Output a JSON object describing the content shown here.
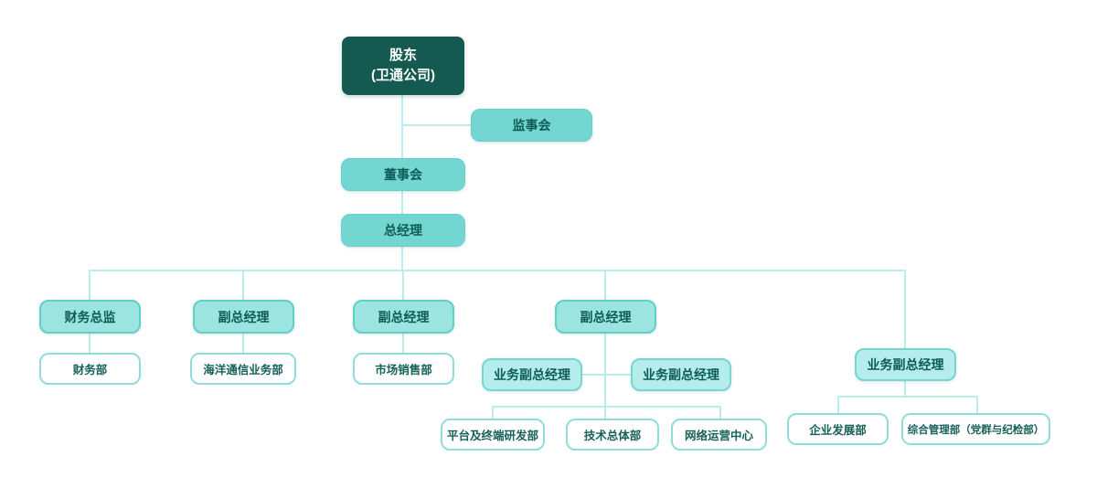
{
  "diagram": {
    "type": "org-chart",
    "language": "zh-CN"
  },
  "colors": {
    "dark_node": "#155a50",
    "teal_node": "#73d6d1",
    "row_node": "#9ce4e0",
    "pale_node": "#b4edeb",
    "white_node_border": "#8fdcd8",
    "line": "#b9edeb",
    "text_dark": "#0d5c55"
  },
  "nodes": {
    "shareholder": {
      "label": "股东",
      "sublabel": "(卫通公司)"
    },
    "supervisory_board": {
      "label": "监事会"
    },
    "board_of_directors": {
      "label": "董事会"
    },
    "general_manager": {
      "label": "总经理"
    },
    "finance_director": {
      "label": "财务总监"
    },
    "deputy_gm_1": {
      "label": "副总经理"
    },
    "deputy_gm_2": {
      "label": "副总经理"
    },
    "deputy_gm_3": {
      "label": "副总经理"
    },
    "finance_dept": {
      "label": "财务部"
    },
    "marine_comm_dept": {
      "label": "海洋通信业务部"
    },
    "marketing_sales_dept": {
      "label": "市场销售部"
    },
    "business_deputy_gm_1": {
      "label": "业务副总经理"
    },
    "business_deputy_gm_2": {
      "label": "业务副总经理"
    },
    "business_deputy_gm_3": {
      "label": "业务副总经理"
    },
    "platform_terminal_rd_dept": {
      "label": "平台及终端研发部"
    },
    "tech_general_dept": {
      "label": "技术总体部"
    },
    "network_ops_center": {
      "label": "网络运营中心"
    },
    "enterprise_dev_dept": {
      "label": "企业发展部"
    },
    "general_mgmt_dept": {
      "label": "综合管理部（党群与纪检部）"
    }
  }
}
